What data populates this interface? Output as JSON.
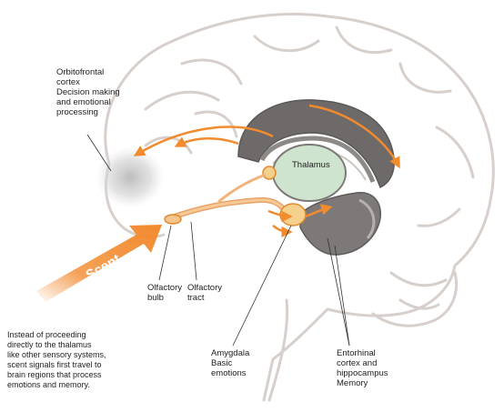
{
  "labels": {
    "orbitofrontal": "Orbitofrontal\ncortex\nDecision making\nand emotional\nprocessing",
    "thalamus": "Thalamus",
    "scent": "Scent",
    "olfactory_bulb": "Olfactory\nbulb",
    "olfactory_tract": "Olfactory\ntract",
    "amygdala": "Amygdala\nBasic\nemotions",
    "entorhinal": "Entorhinal\ncortex and\nhippocampus\nMemory",
    "description": "Instead of proceeding\ndirectly to the thalamus\nlike other sensory systems,\nscent signals first travel to\nbrain regions that process\nemotions and memory."
  },
  "colors": {
    "outline": "#d7cfcb",
    "structure_dark": "#6e6a69",
    "structure_gray": "#8c8987",
    "thalamus_fill": "#cfe4cf",
    "orange": "#f28a2e",
    "amygdala_fill": "#f6d08d",
    "cortex_glow": "#c8c8c8"
  }
}
